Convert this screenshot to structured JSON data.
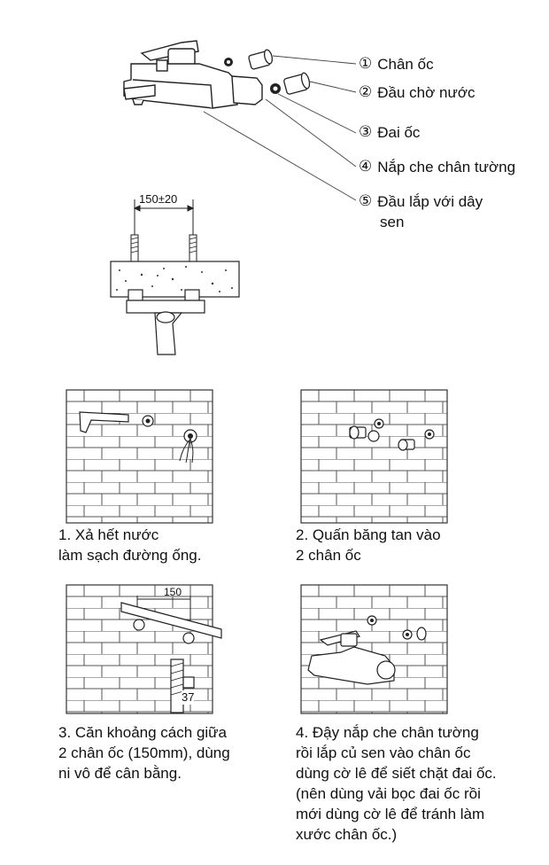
{
  "parts": [
    {
      "num": "①",
      "text": "Chân ốc"
    },
    {
      "num": "②",
      "text": "Đầu chờ nước"
    },
    {
      "num": "③",
      "text": "Đai ốc"
    },
    {
      "num": "④",
      "text": "Nắp che chân tường"
    },
    {
      "num": "⑤",
      "text": "Đầu lắp với dây",
      "text2": "sen"
    }
  ],
  "dimension_label": "150±20",
  "step3_dimension": "150",
  "step3_tile_label": "37",
  "steps": [
    {
      "lines": [
        "1. Xả hết nước",
        "làm sạch đường ống."
      ]
    },
    {
      "lines": [
        "2. Quấn băng tan vào",
        "2 chân ốc"
      ]
    },
    {
      "lines": [
        "3. Căn khoảng cách giữa",
        "2 chân ốc (150mm), dùng",
        "ni vô để cân bằng."
      ]
    },
    {
      "lines": [
        "4. Đậy nắp che chân tường",
        "rồi lắp củ sen vào chân ốc",
        "dùng cờ lê để siết chặt đai ốc.",
        "(nên dùng vải bọc đai ốc rồi",
        "mới dùng cờ lê để tránh làm",
        "xước chân ốc.)"
      ]
    }
  ]
}
